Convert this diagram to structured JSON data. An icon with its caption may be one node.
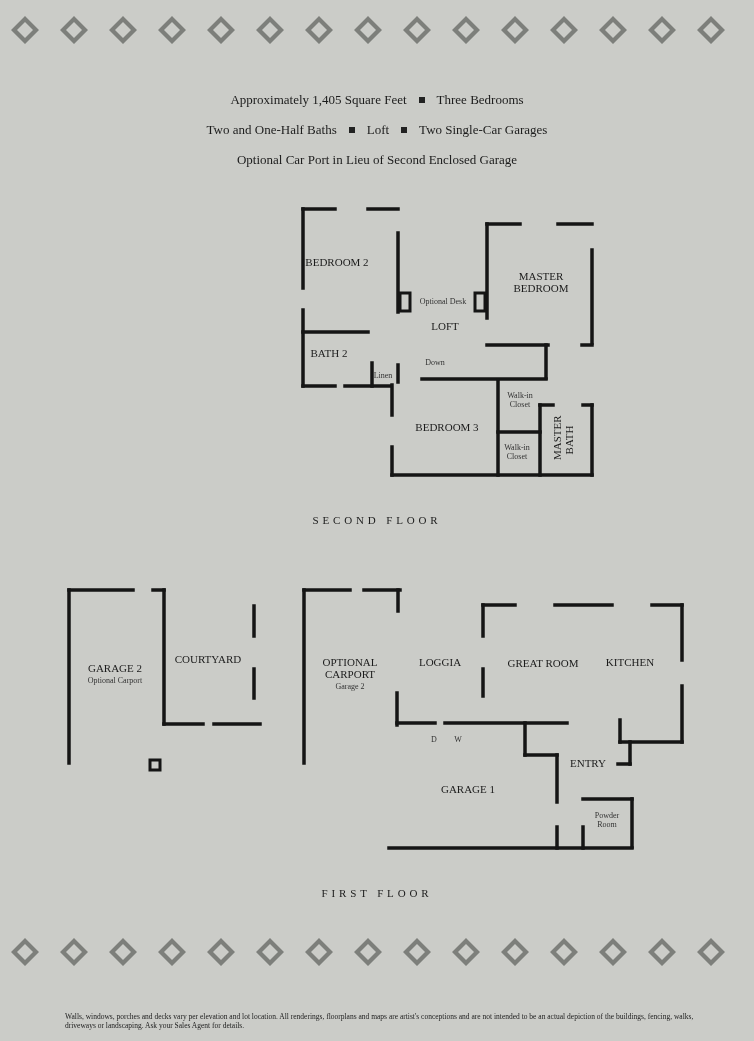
{
  "diagram": {
    "labels": [
      "Approximately 1,405 Square Feet",
      "Three Bedrooms",
      "Two and One-Half Baths",
      "Loft",
      "Two Single-Car Garages",
      "Optional Car Port in Lieu of Second Enclosed Garage",
      "BEDROOM 2",
      "MASTER BEDROOM",
      "Optional Desk",
      "LOFT",
      "BATH 2",
      "Linen",
      "Down",
      "Walk-in Closet",
      "BEDROOM 3",
      "Walk-in Closet",
      "MASTER BATH",
      "SECOND FLOOR",
      "GARAGE 2",
      "Optional Carport",
      "COURTYARD",
      "OPTIONAL CARPORT",
      "Garage 2",
      "LOGGIA",
      "GREAT ROOM",
      "KITCHEN",
      "D",
      "W",
      "ENTRY",
      "GARAGE 1",
      "Powder Room",
      "FIRST FLOOR",
      "Walls, windows, porches and decks vary per elevation and lot location. All renderings, floorplans and maps are artist's conceptions and are not intended to be an actual depiction of the buildings, fencing, walks, driveways or landscaping. Ask your Sales Agent for details."
    ]
  }
}
